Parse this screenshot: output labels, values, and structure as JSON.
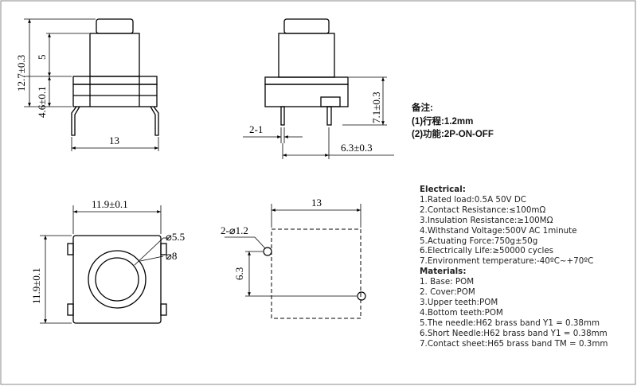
{
  "drawing": {
    "front_view": {
      "dim_height": "12.7±0.3",
      "dim_cap": "5",
      "dim_base": "4.6±0.1",
      "dim_width": "13"
    },
    "side_view": {
      "dim_height": "7.1±0.3",
      "dim_pin": "2-1",
      "dim_pitch": "6.3±0.3"
    },
    "top_view": {
      "dim_width": "11.9±0.1",
      "dim_height": "11.9±0.1",
      "dim_inner": "⌀5.5",
      "dim_outer": "⌀8"
    },
    "pcb_view": {
      "dim_width": "13",
      "dim_holes": "2-⌀1.2",
      "dim_offset": "6.3"
    }
  },
  "notes": {
    "title": "备注:",
    "lines": [
      "(1)行程:1.2mm",
      "(2)功能:2P-ON-OFF"
    ]
  },
  "specs": {
    "electrical_title": "Electrical:",
    "electrical": [
      "1.Rated load:0.5A 50V DC",
      "2.Contact Resistance:≤100mΩ",
      "3.Insulation Resistance:≥100MΩ",
      "4.Withstand Voltage:500V AC 1minute",
      "5.Actuating Force:750g±50g",
      "6.Electrically Life:≥50000 cycles",
      "7.Environment temperature:-40ºC~+70ºC"
    ],
    "materials_title": "Materials:",
    "materials": [
      "1. Base: POM",
      "2. Cover:POM",
      "3.Upper teeth:POM",
      "4.Bottom teeth:POM",
      "5.The needle:H62 brass band Y1 = 0.38mm",
      "6.Short Needle:H62 brass band Y1 = 0.38mm",
      "7.Contact sheet:H65 brass band TM = 0.3mm"
    ]
  }
}
